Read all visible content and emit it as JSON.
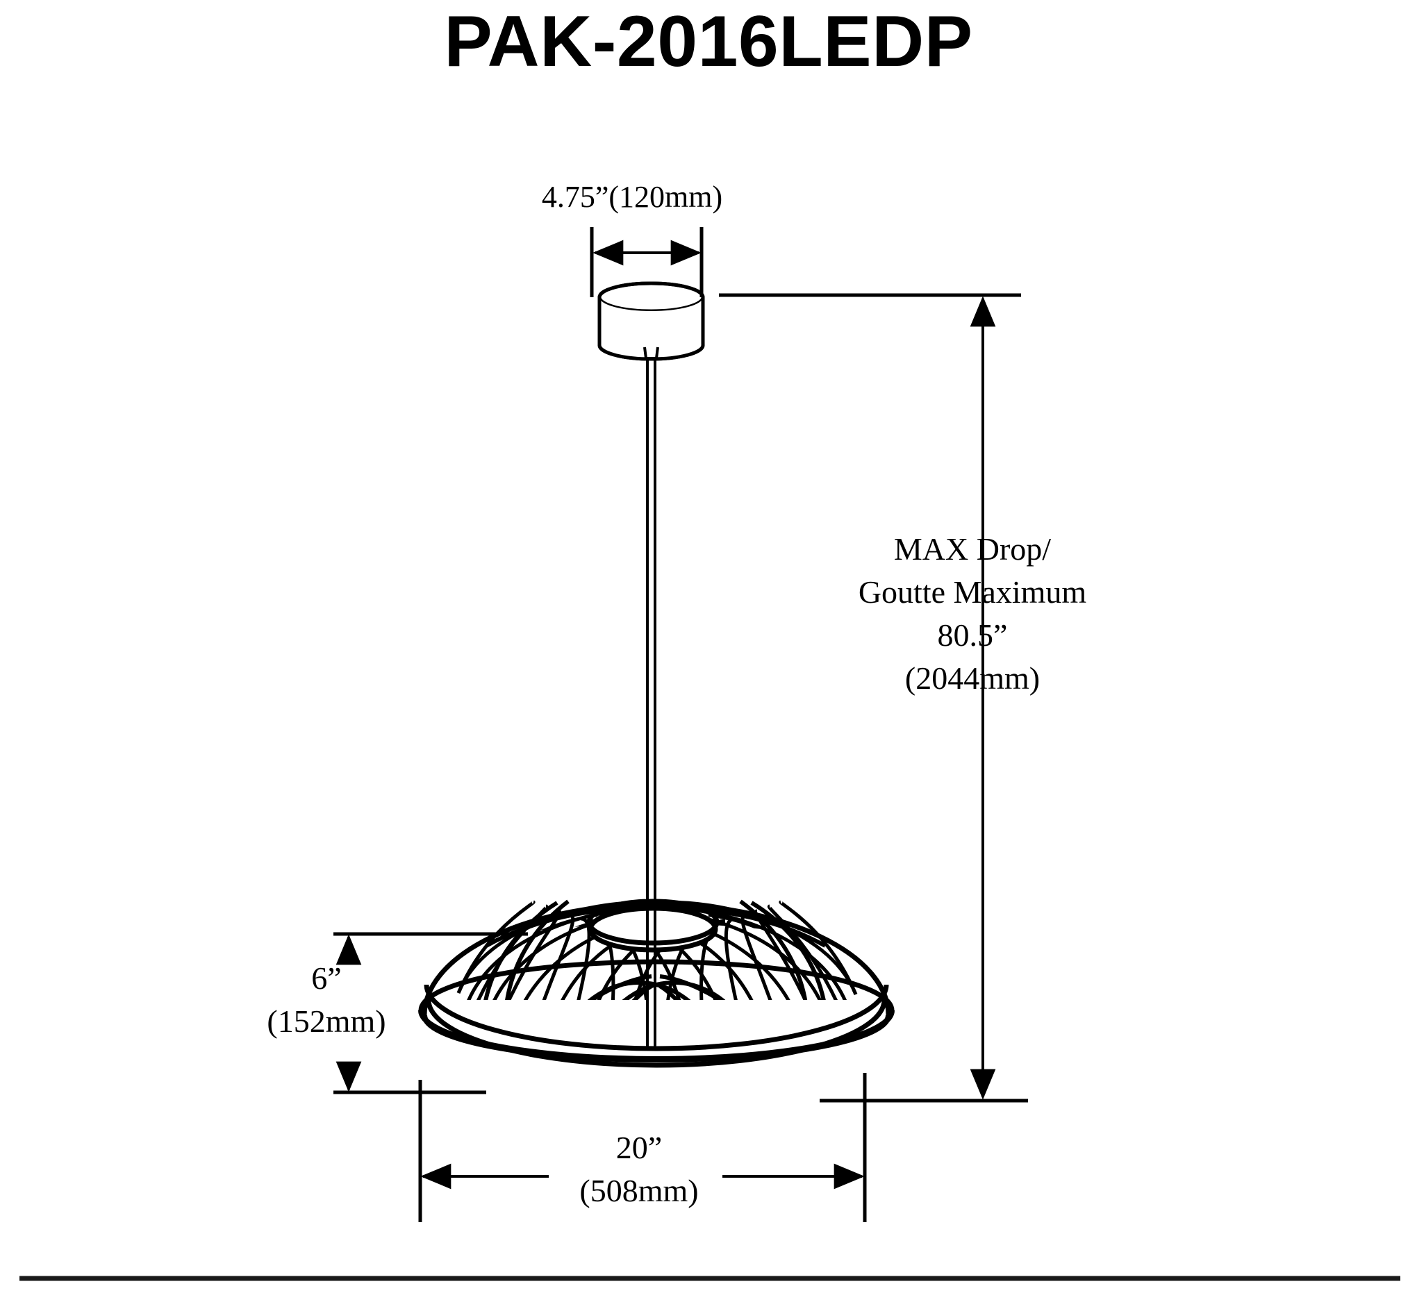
{
  "drawing": {
    "title": "PAK-2016LEDP",
    "product_type": "pendant-light-dimension-drawing",
    "units_note": "inches and millimeters",
    "line_color": "#000000",
    "background_color": "#ffffff"
  },
  "dimensions": {
    "canopy_diameter": {
      "label": "4.75”(120mm)",
      "imperial": "4.75”",
      "metric": "120mm",
      "orientation": "horizontal",
      "position": "top"
    },
    "max_drop": {
      "line1": "MAX Drop/",
      "line2": "Goutte Maximum",
      "line3": "80.5”",
      "line4": "(2044mm)",
      "imperial": "80.5”",
      "metric": "2044mm",
      "orientation": "vertical",
      "position": "right"
    },
    "shade_height": {
      "line1": "6”",
      "line2": "(152mm)",
      "imperial": "6”",
      "metric": "152mm",
      "orientation": "vertical",
      "position": "left"
    },
    "shade_width": {
      "line1": "20”",
      "line2": "(508mm)",
      "imperial": "20”",
      "metric": "508mm",
      "orientation": "horizontal",
      "position": "bottom"
    }
  },
  "parts": {
    "canopy": "ceiling-canopy-cylinder",
    "downrod": "suspension-downrod",
    "shade": "woven-wire-dome-shade",
    "top_ring": "shade-top-ring",
    "mid_band": "shade-mid-band",
    "rim": "shade-bottom-rim"
  },
  "footer": {
    "rule": "horizontal-divider"
  }
}
